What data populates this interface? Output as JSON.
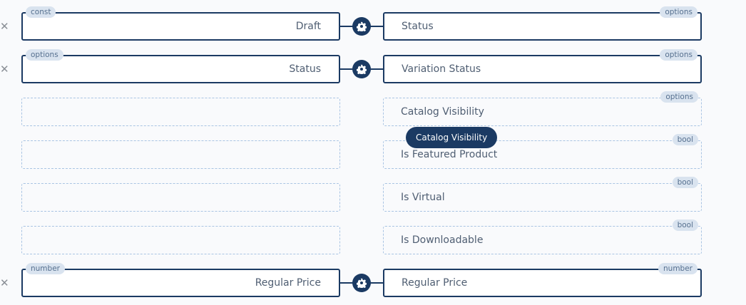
{
  "rows": [
    {
      "left": {
        "label": "Draft",
        "badge": "const"
      },
      "right": {
        "label": "Status",
        "badge": "options"
      }
    },
    {
      "left": {
        "label": "Status",
        "badge": "options"
      },
      "right": {
        "label": "Variation Status",
        "badge": "options"
      }
    },
    {
      "right": {
        "label": "Catalog Visibility",
        "badge": "options"
      }
    },
    {
      "right": {
        "label": "Is Featured Product",
        "badge": "bool"
      }
    },
    {
      "right": {
        "label": "Is Virtual",
        "badge": "bool"
      }
    },
    {
      "right": {
        "label": "Is Downloadable",
        "badge": "bool"
      }
    },
    {
      "left": {
        "label": "Regular Price",
        "badge": "number"
      },
      "right": {
        "label": "Regular Price",
        "badge": "number"
      }
    }
  ],
  "tooltip": {
    "text": "Catalog Visibility"
  },
  "icons": {
    "remove": "close-icon",
    "mapping": "gear-icon"
  },
  "remove_glyph": "✕",
  "colors": {
    "primary": "#1b3a63",
    "badge_bg": "#d9e3ef",
    "dashed_border": "#a9c4e3"
  }
}
